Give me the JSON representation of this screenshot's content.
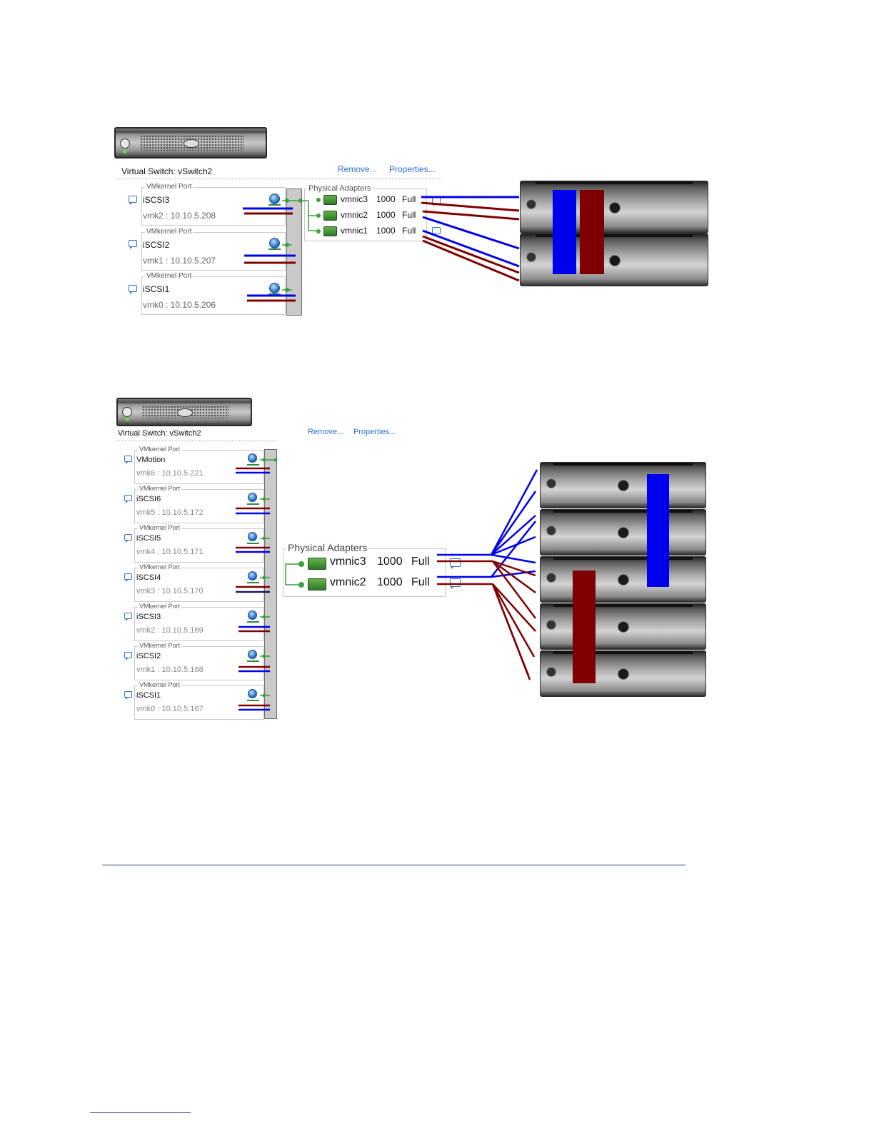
{
  "colors": {
    "blue": "#0000ee",
    "red": "#800000",
    "link": "#2a6fd6",
    "green": "#39a33b"
  },
  "diagram1": {
    "title": "Virtual Switch: vSwitch2",
    "remove": "Remove...",
    "properties": "Properties...",
    "port_caption": "VMkernel Port",
    "ports": [
      {
        "name": "iSCSI3",
        "ip": "vmk2 : 10.10.5.208"
      },
      {
        "name": "iSCSI2",
        "ip": "vmk1 : 10.10.5.207"
      },
      {
        "name": "iSCSI1",
        "ip": "vmk0 : 10.10.5.206"
      }
    ],
    "adapters_caption": "Physical Adapters",
    "adapters": [
      {
        "name": "vmnic3",
        "speed": "1000",
        "duplex": "Full"
      },
      {
        "name": "vmnic2",
        "speed": "1000",
        "duplex": "Full"
      },
      {
        "name": "vmnic1",
        "speed": "1000",
        "duplex": "Full"
      }
    ]
  },
  "diagram2": {
    "title": "Virtual Switch: vSwitch2",
    "remove": "Remove...",
    "properties": "Properties...",
    "port_caption": "VMkernel Port",
    "ports": [
      {
        "name": "VMotion",
        "ip": "vmk6 : 10.10.5.221"
      },
      {
        "name": "iSCSI6",
        "ip": "vmk5 : 10.10.5.172"
      },
      {
        "name": "iSCSI5",
        "ip": "vmk4 : 10.10.5.171"
      },
      {
        "name": "iSCSI4",
        "ip": "vmk3 : 10.10.5.170"
      },
      {
        "name": "iSCSI3",
        "ip": "vmk2 : 10.10.5.169"
      },
      {
        "name": "iSCSI2",
        "ip": "vmk1 : 10.10.5.168"
      },
      {
        "name": "iSCSI1",
        "ip": "vmk0 : 10.10.5.167"
      }
    ],
    "adapters_caption": "Physical Adapters",
    "adapters": [
      {
        "name": "vmnic3",
        "speed": "1000",
        "duplex": "Full"
      },
      {
        "name": "vmnic2",
        "speed": "1000",
        "duplex": "Full"
      }
    ]
  }
}
